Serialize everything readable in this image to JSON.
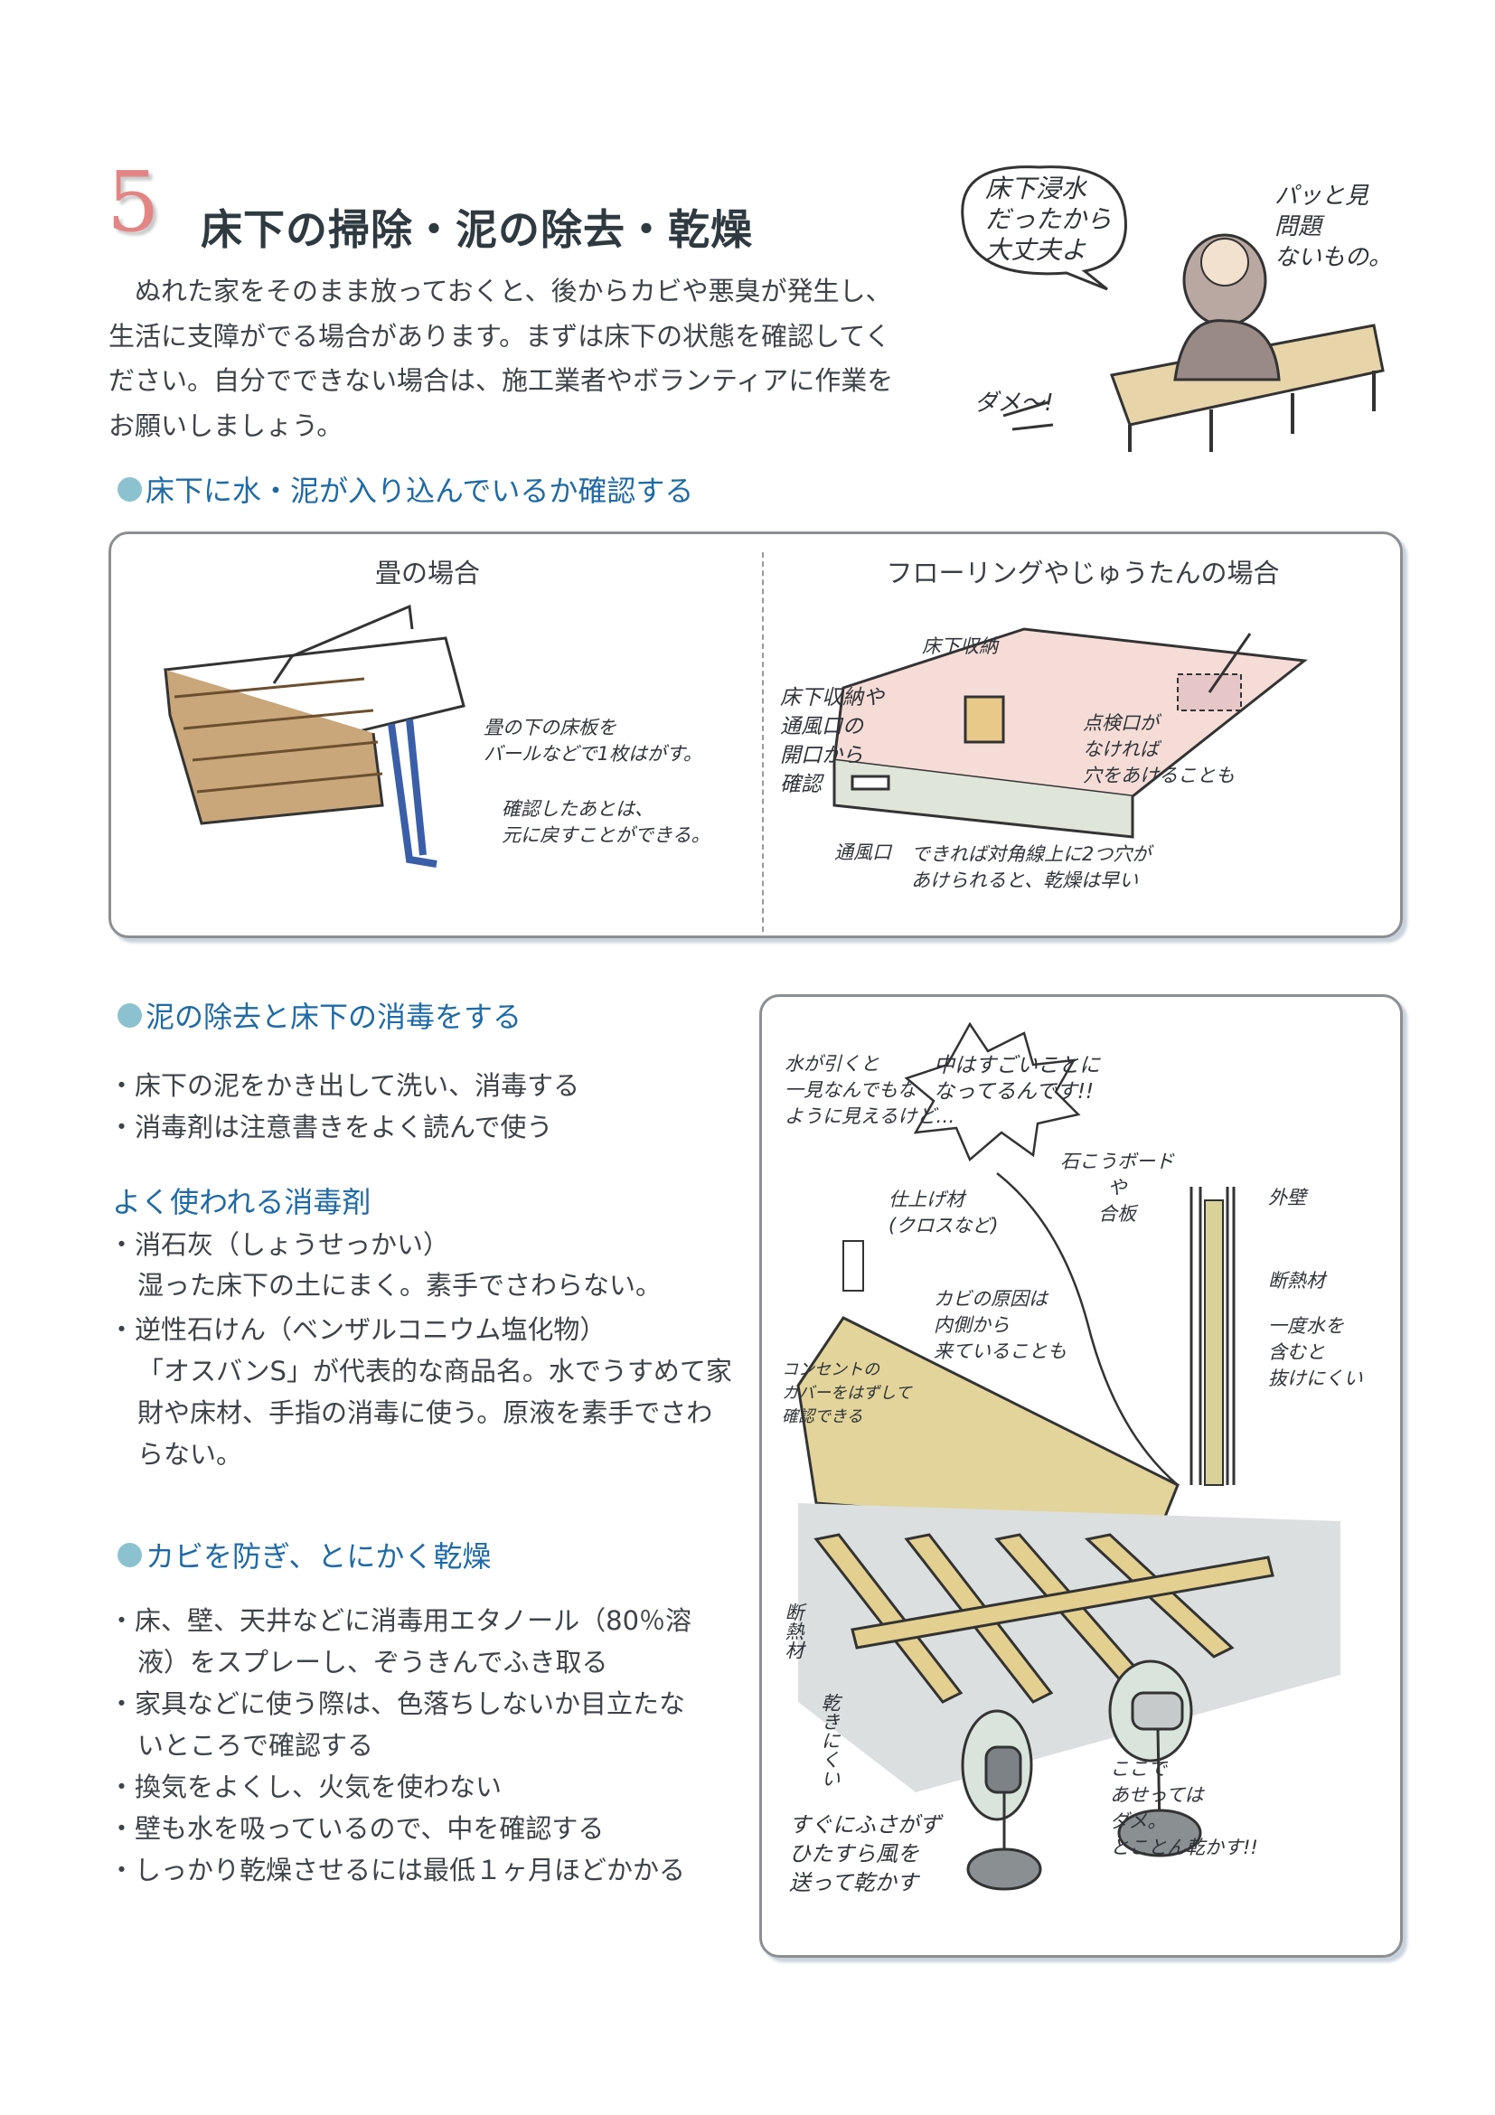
{
  "header": {
    "section_number": "5",
    "title": "床下の掃除・泥の除去・乾燥",
    "intro_lines": [
      "　ぬれた家をそのまま放っておくと、後からカビや悪臭が発生し、",
      "生活に支障がでる場合があります。まずは床下の状態を確認してく",
      "ださい。自分でできない場合は、施工業者やボランティアに作業を",
      "お願いしましょう。"
    ]
  },
  "top_illustration": {
    "bubble": "床下浸水\nだったから\n大丈夫よ",
    "person_remark": "パッと見\n問題\nないもの。",
    "warning": "ダメ〜!"
  },
  "section1": {
    "heading": "床下に水・泥が入り込んでいるか確認する",
    "tatami": {
      "title": "畳の場合",
      "labels": [
        "畳の下の床板を\nバールなどで1枚はがす。",
        "確認したあとは、\n元に戻すことができる。"
      ]
    },
    "flooring": {
      "title": "フローリングやじゅうたんの場合",
      "labels": [
        "床下収納",
        "床下収納や\n通風口の\n開口から\n確認",
        "通風口",
        "点検口が\nなければ\n穴をあけることも",
        "できれば対角線上に2つ穴が\nあけられると、乾燥は早い"
      ]
    }
  },
  "section2": {
    "heading": "泥の除去と床下の消毒をする",
    "bullets": [
      "・床下の泥をかき出して洗い、消毒する",
      "・消毒剤は注意書きをよく読んで使う"
    ],
    "disinfectants_heading": "よく使われる消毒剤",
    "disinfectants": [
      {
        "name": "・消石灰（しょうせっかい）",
        "desc": "湿った床下の土にまく。素手でさわらない。"
      },
      {
        "name": "・逆性石けん（ベンザルコニウム塩化物）",
        "desc": "「オスバンS」が代表的な商品名。水でうすめて家財や床材、手指の消毒に使う。原液を素手でさわらない。"
      }
    ]
  },
  "section3": {
    "heading": "カビを防ぎ、とにかく乾燥",
    "bullets": [
      "・床、壁、天井などに消毒用エタノール（80％溶液）をスプレーし、ぞうきんでふき取る",
      "・家具などに使う際は、色落ちしないか目立たないところで確認する",
      "・換気をよくし、火気を使わない",
      "・壁も水を吸っているので、中を確認する",
      "・しっかり乾燥させるには最低１ヶ月ほどかかる"
    ]
  },
  "wall_illustration": {
    "labels": [
      "水が引くと\n一見なんでもな\nように見えるけど…",
      "中はすごいことに\nなってるんです!!",
      "石こうボード\nや\n合板",
      "仕上げ材\n(クロスなど)",
      "外壁",
      "断熱材",
      "一度水を\n含むと\n抜けにくい",
      "カビの原因は\n内側から\n来ていることも",
      "コンセントの\nカバーをはずして\n確認できる",
      "断熱材",
      "乾きにくい",
      "すぐにふさがず\nひたすら風を\n送って乾かす",
      "ここで\nあせっては\nダメ。\nとことん乾かす!!"
    ]
  },
  "colors": {
    "accent_blue": "#1f6aa5",
    "bullet_dot": "#8cc2cf",
    "number_red": "#e38585"
  }
}
